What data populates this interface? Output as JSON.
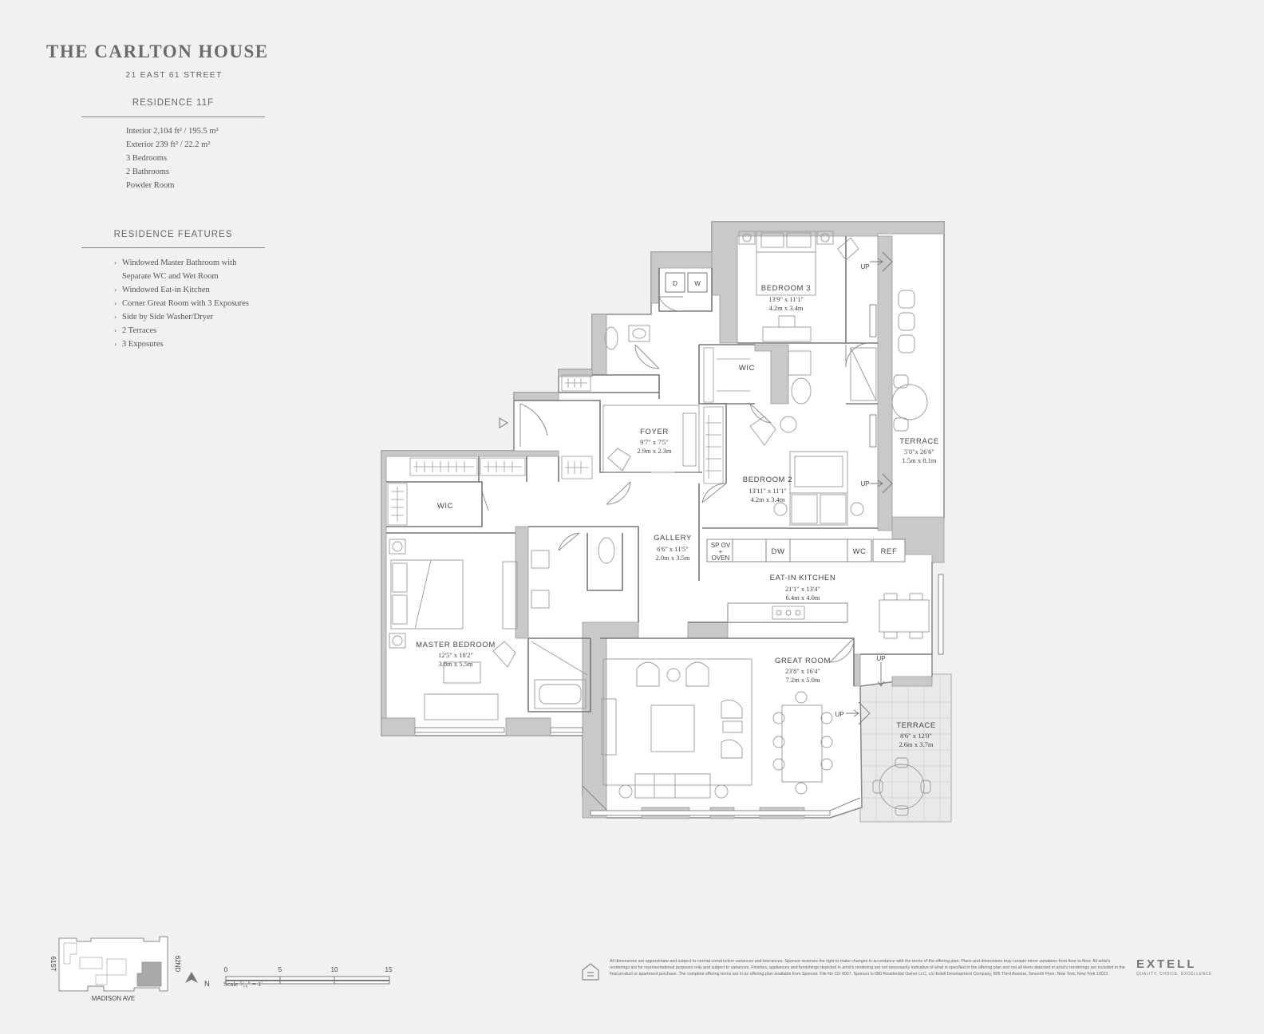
{
  "header": {
    "building": "THE CARLTON HOUSE",
    "address": "21 EAST 61 STREET",
    "residence": "RESIDENCE 11F"
  },
  "specs": [
    "Interior 2,104 ft² / 195.5 m²",
    "Exterior 239 ft² / 22.2 m²",
    "3 Bedrooms",
    "2 Bathrooms",
    "Powder Room"
  ],
  "features": {
    "title": "RESIDENCE FEATURES",
    "items": [
      {
        "line1": "Windowed Master Bathroom with",
        "line2": "Separate WC and Wet Room"
      },
      {
        "line1": "Windowed Eat-in Kitchen"
      },
      {
        "line1": "Corner Great Room with 3 Exposures"
      },
      {
        "line1": "Side by Side Washer/Dryer"
      },
      {
        "line1": "2 Terraces"
      },
      {
        "line1": "3 Exposures"
      }
    ]
  },
  "rooms": {
    "bedroom3": {
      "name": "BEDROOM 3",
      "imperial": "13'9\" x 11'1\"",
      "metric": "4.2m x 3.4m"
    },
    "foyer": {
      "name": "FOYER",
      "imperial": "9'7\" x 7'5\"",
      "metric": "2.9m x 2.3m"
    },
    "bedroom2": {
      "name": "BEDROOM 2",
      "imperial": "13'11\" x 11'1\"",
      "metric": "4.2m x 3.4m"
    },
    "terrace_east": {
      "name": "TERRACE",
      "imperial": "5'0\"x 26'6\"",
      "metric": "1.5m x 8.1m"
    },
    "gallery": {
      "name": "GALLERY",
      "imperial": "6'6\" x 11'5\"",
      "metric": "2.0m x 3.5m"
    },
    "kitchen": {
      "name": "EAT-IN KITCHEN",
      "imperial": "21'1\" x 13'4\"",
      "metric": "6.4m x 4.0m"
    },
    "master": {
      "name": "MASTER BEDROOM",
      "imperial": "12'5\" x 18'2\"",
      "metric": "3.8m x 5.5m"
    },
    "great": {
      "name": "GREAT ROOM",
      "imperial": "23'8\" x 16'4\"",
      "metric": "7.2m x 5.0m"
    },
    "terrace_south": {
      "name": "TERRACE",
      "imperial": "8'6\" x 12'0\"",
      "metric": "2.6m x 3.7m"
    }
  },
  "labels": {
    "wic": "WIC",
    "dryer": "D",
    "washer": "W",
    "up": "UP",
    "sp": "SP",
    "ov": "OV",
    "plus": "+",
    "oven": "OVEN",
    "dw": "DW",
    "wc": "WC",
    "ref": "REF"
  },
  "keyplan": {
    "street_left": "61ST",
    "street_right": "62ND",
    "street_bottom": "MADISON AVE",
    "north": "N"
  },
  "scale": {
    "ticks": [
      "0",
      "5",
      "10",
      "15"
    ],
    "label": "Scale ³⁄₁₆\" = 1'"
  },
  "disclaimer": "All dimensions are approximate and subject to normal construction variances and tolerances. Sponsor reserves the right to make changes in accordance with the terms of the offering plan. Plans and dimensions may contain minor variations from floor to floor. All artist's renderings are for representational purposes only and subject to variances. Finishes, appliances and furnishings depicted in artist's rendering are not necessarily indicative of what is specified in the offering plan and not all items depicted in artist's renderings are included in the final product or apartment purchase. The complete offering terms are in an offering plan available from Sponsor. File No CD-0007. Sponsor is 680 Residential Owner LLC, c/o Extell Development Company, 805 Third Avenue, Seventh Floor, New York, New York 10022.",
  "logo": {
    "name": "EXTELL",
    "tagline": "QUALITY, CHOICE, EXCELLENCE"
  }
}
